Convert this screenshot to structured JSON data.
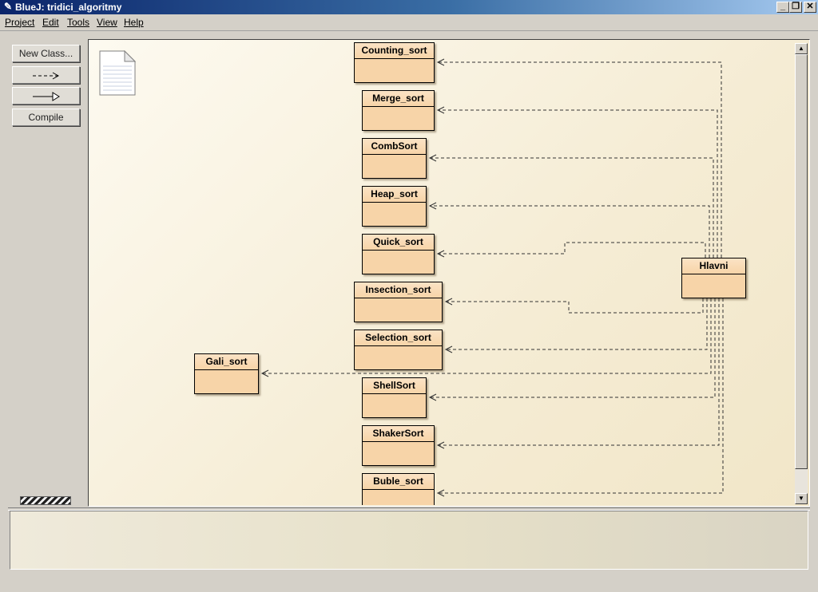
{
  "window": {
    "title": "BlueJ:  tridici_algoritmy",
    "minimize": "_",
    "restore": "❐",
    "close": "✕"
  },
  "menu": {
    "items": [
      {
        "label": "Project"
      },
      {
        "label": "Edit"
      },
      {
        "label": "Tools"
      },
      {
        "label": "View"
      },
      {
        "label": "Help"
      }
    ]
  },
  "toolbar": {
    "new_class_label": "New Class...",
    "compile_label": "Compile",
    "uses_arrow_icon": "dashed-arrow-icon",
    "inherits_arrow_icon": "inheritance-arrow-icon"
  },
  "diagram": {
    "readme_icon": "readme-document-icon",
    "main_class": "Hlavni",
    "classes": [
      "Counting_sort",
      "Merge_sort",
      "CombSort",
      "Heap_sort",
      "Quick_sort",
      "Insection_sort",
      "Selection_sort",
      "Gali_sort",
      "ShellSort",
      "ShakerSort",
      "Buble_sort"
    ],
    "class_fill": "#f7d4a8",
    "background": "#f7f0dc"
  },
  "output": {
    "text": ""
  }
}
